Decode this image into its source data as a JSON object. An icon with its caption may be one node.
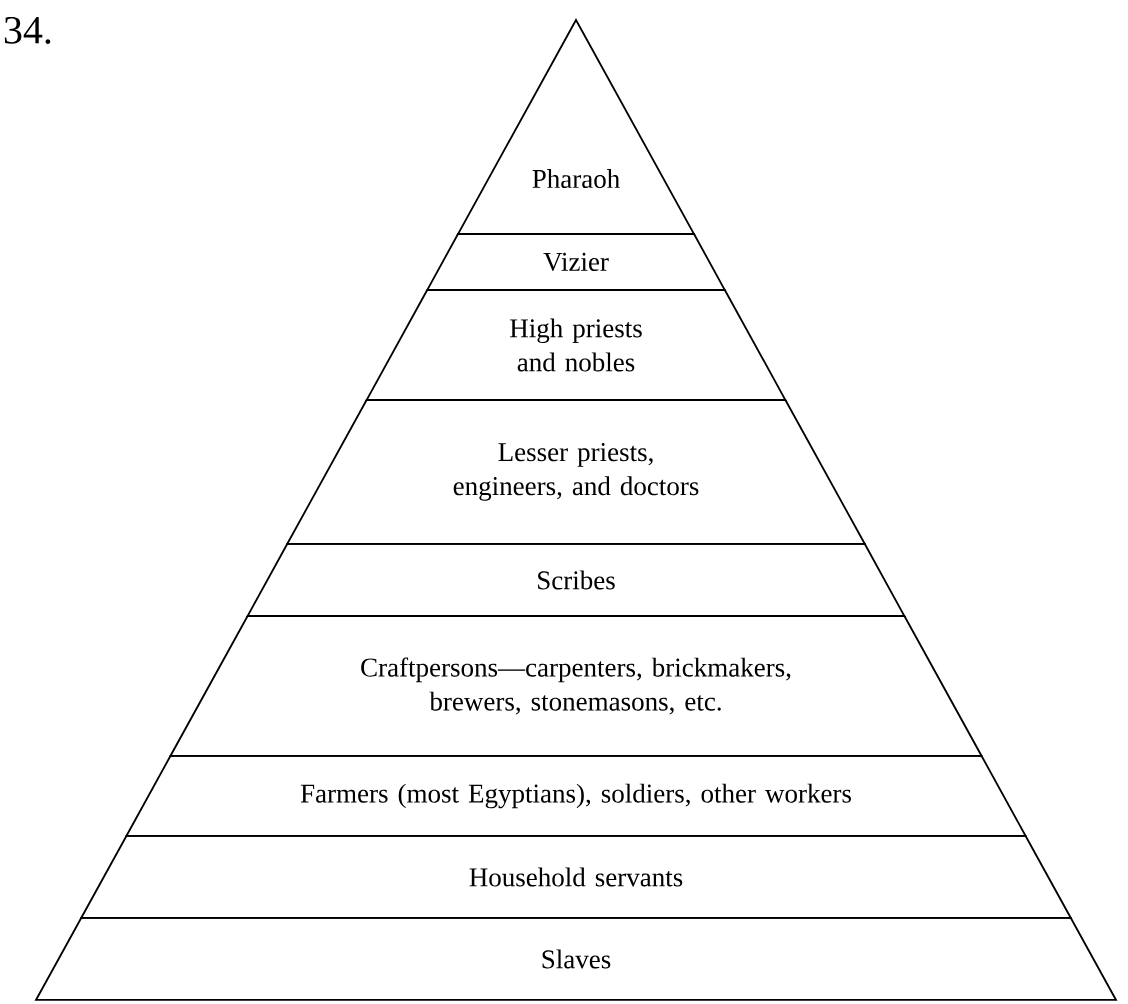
{
  "diagram": {
    "nodes": [
      {
        "text": [
          "Pharaoh"
        ]
      },
      {
        "text": [
          "Vizier"
        ]
      },
      {
        "text": [
          "High priests and nobles"
        ]
      },
      {
        "text": [
          "Lesser priests, engineers, and doctors"
        ]
      },
      {
        "text": [
          "Scribes"
        ]
      },
      {
        "text": [
          "Craftpersons—carpenters, brickmakers, brewers, stonemasons, etc."
        ]
      },
      {
        "text": [
          "Farmers (most Egyptians), soldiers, other workers"
        ]
      },
      {
        "text": [
          "Household servants"
        ]
      },
      {
        "text": [
          "Slaves"
        ]
      }
    ],
    "labels": [
      "34."
    ]
  }
}
